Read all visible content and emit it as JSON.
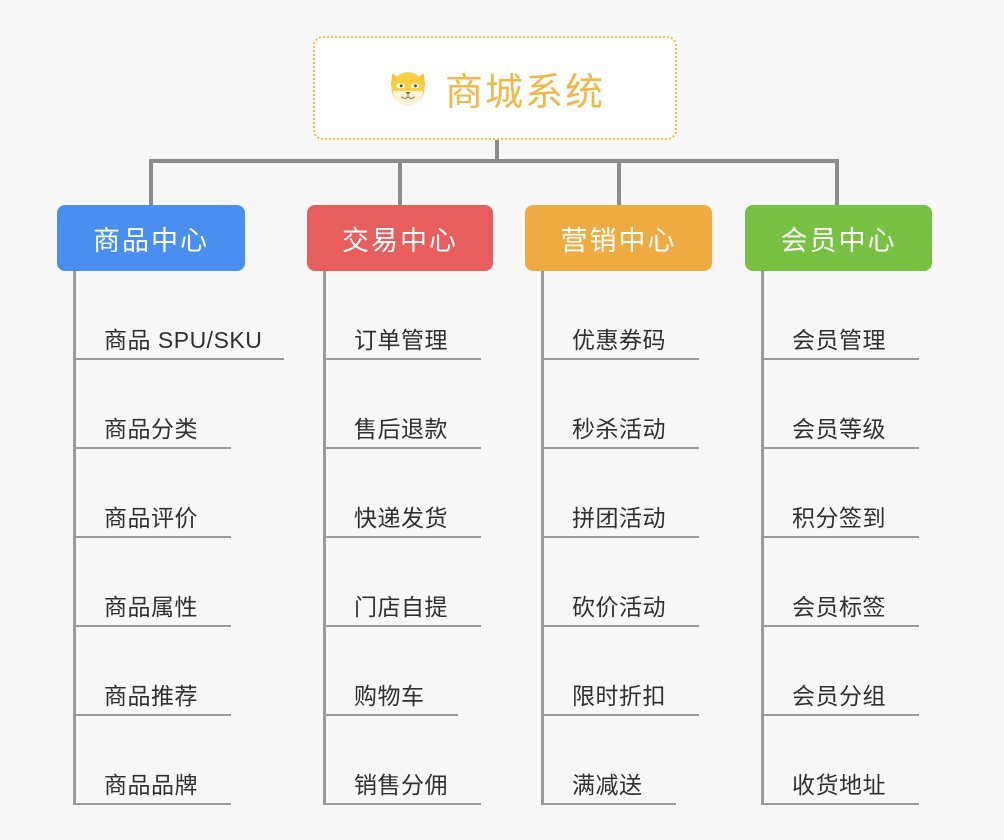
{
  "diagram": {
    "type": "organization-tree",
    "background_color": "#f7f7f7",
    "root": {
      "title": "商城系统",
      "icon": "shiba-dog-face-icon",
      "border_color": "#f0b849",
      "text_color": "#f0b849",
      "background_color": "#ffffff"
    },
    "connector_color": "#8c8c8c",
    "categories": [
      {
        "label": "商品中心",
        "color": "#4a8ef0",
        "items": [
          "商品 SPU/SKU",
          "商品分类",
          "商品评价",
          "商品属性",
          "商品推荐",
          "商品品牌"
        ]
      },
      {
        "label": "交易中心",
        "color": "#e85d5d",
        "items": [
          "订单管理",
          "售后退款",
          "快递发货",
          "门店自提",
          "购物车",
          "销售分佣"
        ]
      },
      {
        "label": "营销中心",
        "color": "#eeab42",
        "items": [
          "优惠券码",
          "秒杀活动",
          "拼团活动",
          "砍价活动",
          "限时折扣",
          "满减送"
        ]
      },
      {
        "label": "会员中心",
        "color": "#79c142",
        "items": [
          "会员管理",
          "会员等级",
          "积分签到",
          "会员标签",
          "会员分组",
          "收货地址"
        ]
      }
    ]
  }
}
